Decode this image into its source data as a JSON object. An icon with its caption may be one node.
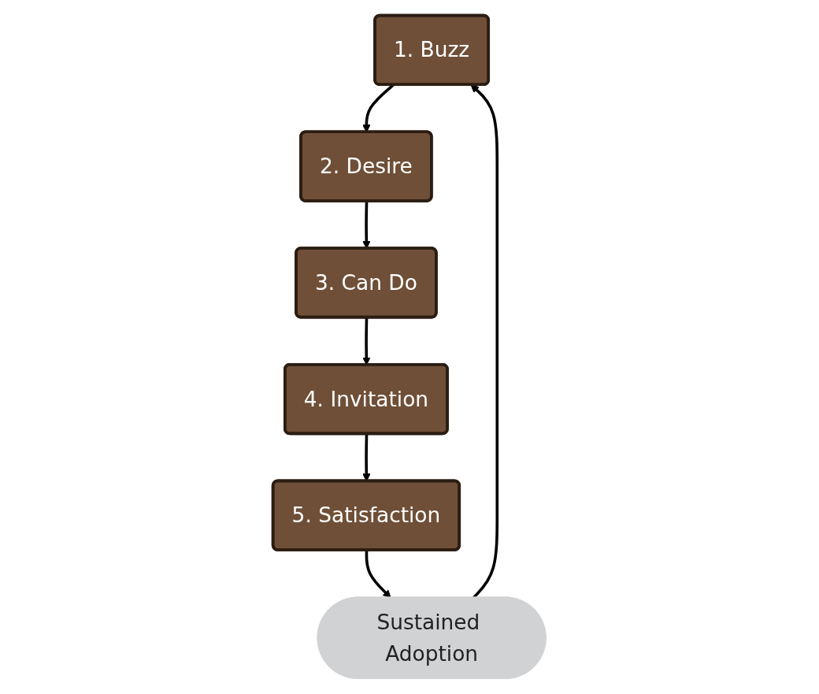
{
  "diagram": {
    "nodes": [
      {
        "text": [
          "1. Buzz"
        ]
      },
      {
        "text": [
          "2. Desire"
        ]
      },
      {
        "text": [
          "3. Can Do"
        ]
      },
      {
        "text": [
          "4. Invitation"
        ]
      },
      {
        "text": [
          "5. Satisfaction"
        ]
      },
      {
        "text": [
          "Sustained Adoption"
        ]
      }
    ],
    "edges": [
      {
        "from": 0,
        "to": 1,
        "arrow": "to"
      },
      {
        "from": 1,
        "to": 2,
        "arrow": "to"
      },
      {
        "from": 2,
        "to": 3,
        "arrow": "to"
      },
      {
        "from": 3,
        "to": 4,
        "arrow": "to"
      },
      {
        "from": 4,
        "to": 5,
        "arrow": "to"
      },
      {
        "from": 5,
        "to": 0,
        "arrow": "to"
      }
    ]
  }
}
